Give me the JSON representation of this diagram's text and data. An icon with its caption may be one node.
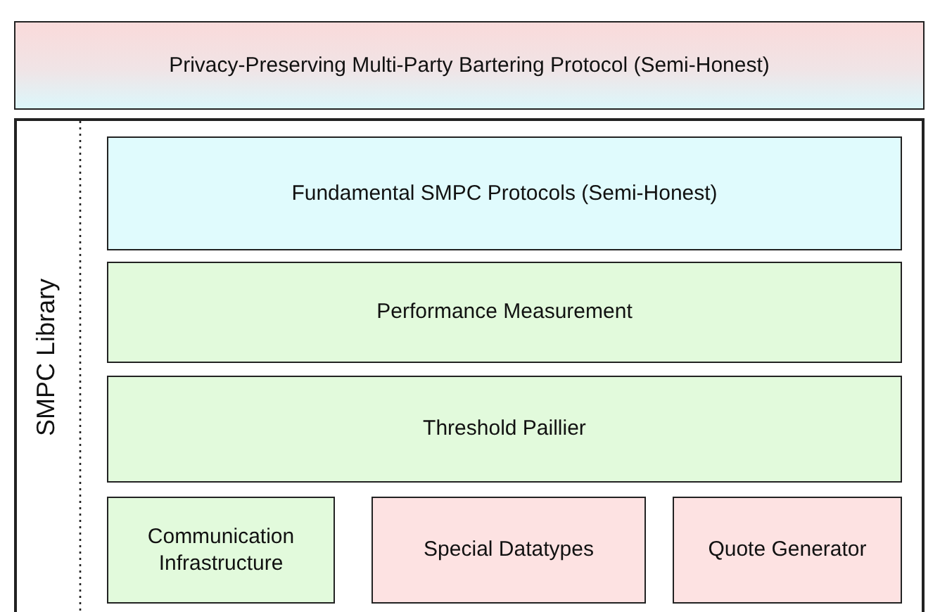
{
  "diagram": {
    "nodes": [
      {
        "text": [
          "Privacy-Preserving Multi-Party Bartering Protocol (Semi-Honest)"
        ]
      },
      {
        "text": [
          "SMPC Library"
        ]
      },
      {
        "text": [
          "Fundamental SMPC Protocols (Semi-Honest)"
        ],
        "in": 1
      },
      {
        "text": [
          "Performance Measurement"
        ],
        "in": 1
      },
      {
        "text": [
          "Threshold Paillier"
        ],
        "in": 1
      },
      {
        "text": [
          "Communication Infrastructure"
        ],
        "in": 1
      },
      {
        "text": [
          "Special Datatypes"
        ],
        "in": 1
      },
      {
        "text": [
          "Quote Generator"
        ],
        "in": 1
      }
    ]
  }
}
